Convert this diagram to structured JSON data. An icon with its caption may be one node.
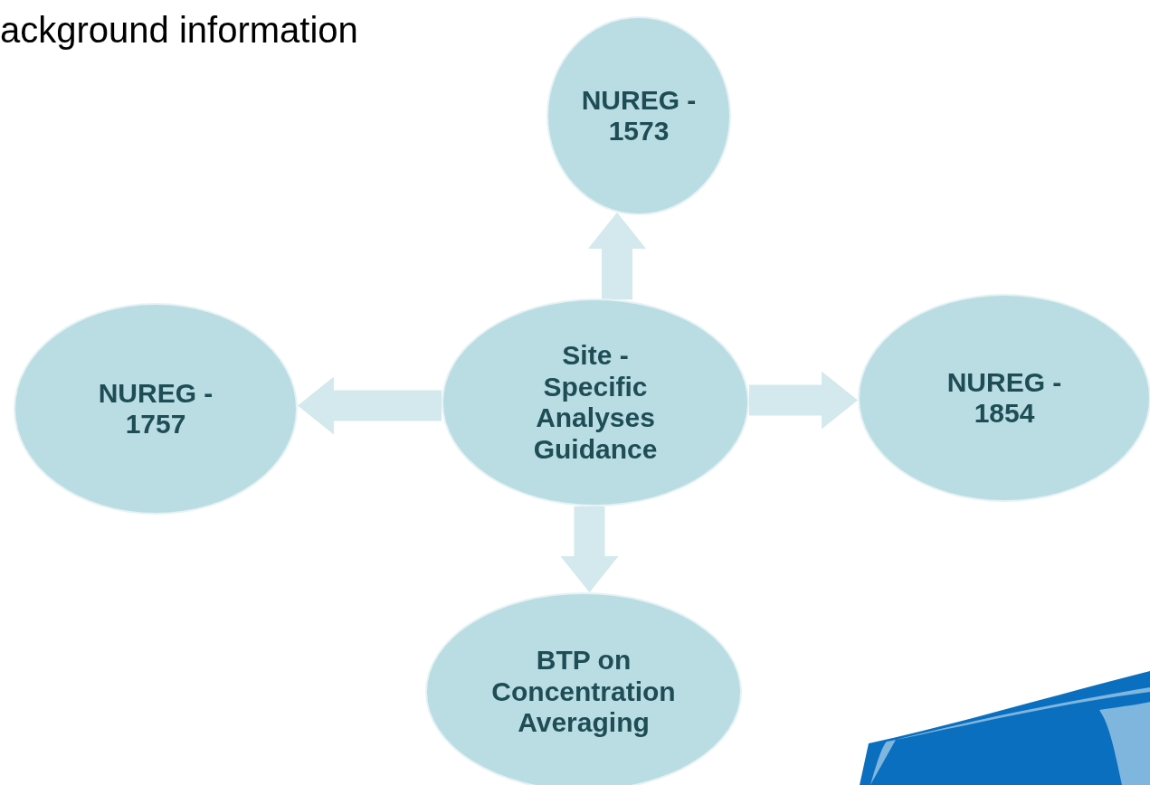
{
  "diagram": {
    "nodes": [
      {
        "text": [
          "NUREG - 1573"
        ]
      },
      {
        "text": [
          "NUREG - 1757"
        ]
      },
      {
        "text": [
          "Site - Specific Analyses Guidance"
        ]
      },
      {
        "text": [
          "NUREG - 1854"
        ]
      },
      {
        "text": [
          "BTP on Concentration Averaging"
        ]
      }
    ],
    "edges": [
      {
        "from": 2,
        "to": 0,
        "arrow": "to"
      },
      {
        "from": 2,
        "to": 1,
        "arrow": "to"
      },
      {
        "from": 2,
        "to": 3,
        "arrow": "to"
      },
      {
        "from": 2,
        "to": 4,
        "arrow": "to"
      }
    ],
    "labels": [
      "ackground information"
    ]
  }
}
